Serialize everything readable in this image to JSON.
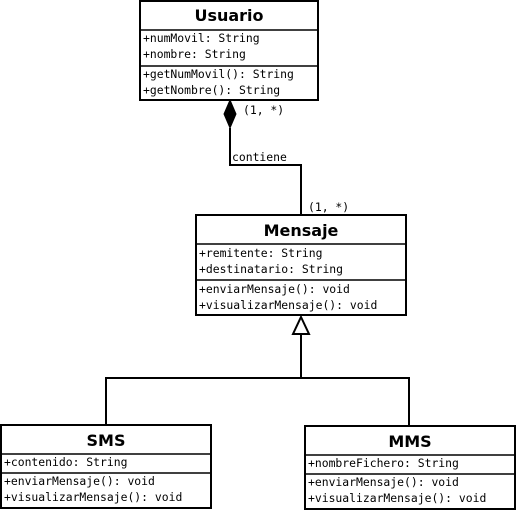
{
  "classes": {
    "usuario": {
      "name": "Usuario",
      "attributes": [
        "+numMovil: String",
        "+nombre: String"
      ],
      "methods": [
        "+getNumMovil(): String",
        "+getNombre(): String"
      ]
    },
    "mensaje": {
      "name": "Mensaje",
      "attributes": [
        "+remitente: String",
        "+destinatario: String"
      ],
      "methods": [
        "+enviarMensaje(): void",
        "+visualizarMensaje(): void"
      ]
    },
    "sms": {
      "name": "SMS",
      "attributes": [
        "+contenido: String"
      ],
      "methods": [
        "+enviarMensaje(): void",
        "+visualizarMensaje(): void"
      ]
    },
    "mms": {
      "name": "MMS",
      "attributes": [
        "+nombreFichero: String"
      ],
      "methods": [
        "+enviarMensaje(): void",
        "+visualizarMensaje(): void"
      ]
    }
  },
  "relations": {
    "composition": {
      "type": "composition",
      "label": "contiene",
      "source_multiplicity": "(1, *)",
      "target_multiplicity": "(1, *)"
    },
    "generalization": {
      "type": "generalization"
    }
  }
}
